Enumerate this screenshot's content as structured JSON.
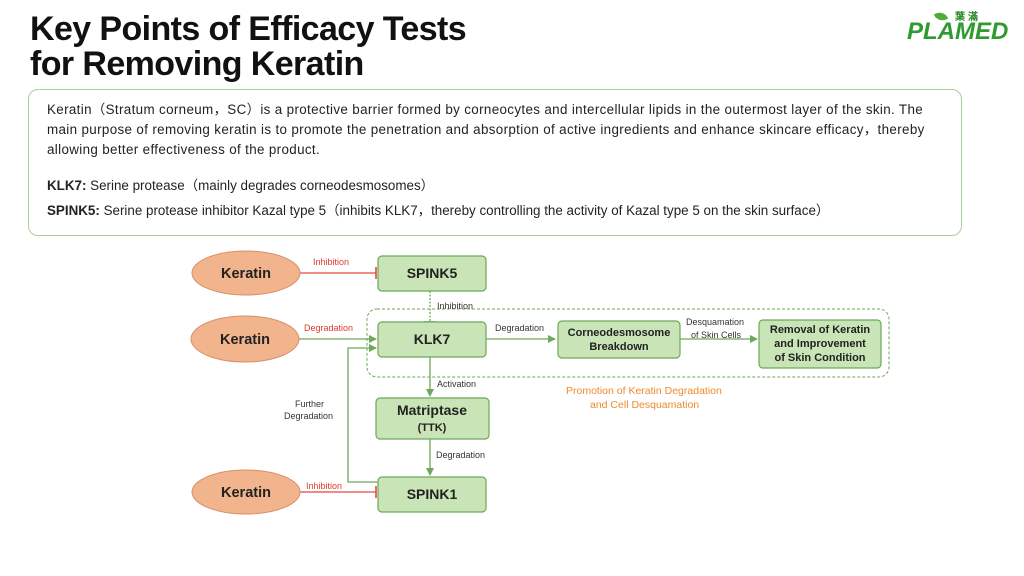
{
  "title": {
    "line1": "Key Points of Efficacy Tests",
    "line2": "for Removing Keratin"
  },
  "logo": {
    "cn": "葉滿",
    "text": "PLAMED"
  },
  "info": {
    "paragraph": "Keratin（Stratum corneum，SC）is a protective barrier formed by corneocytes and intercellular lipids in the outermost layer of the skin. The main purpose of removing keratin is to promote the penetration and absorption of active ingredients and enhance skincare efficacy，thereby allowing better effectiveness of the product.",
    "definitions": [
      {
        "term": "KLK7:",
        "text": " Serine protease（mainly degrades corneodesmosomes）"
      },
      {
        "term": "SPINK5:",
        "text": " Serine protease inhibitor Kazal type 5（inhibits KLK7，thereby controlling the activity of Kazal type 5 on the skin surface）"
      }
    ]
  },
  "diagram": {
    "nodes": {
      "keratin_1": "Keratin",
      "keratin_2": "Keratin",
      "keratin_3": "Keratin",
      "spink5": "SPINK5",
      "klk7": "KLK7",
      "matriptase_1": "Matriptase",
      "matriptase_2": "(TTK)",
      "spink1": "SPINK1",
      "corneo_1": "Corneodesmosome",
      "corneo_2": "Breakdown",
      "removal_1": "Removal of Keratin",
      "removal_2": "and Improvement",
      "removal_3": "of Skin Condition"
    },
    "edges": {
      "inhibition_top": "Inhibition",
      "inhibition_mid": "Inhibition",
      "degradation_keratin": "Degradation",
      "degradation_klk7": "Degradation",
      "desq_1": "Desquamation",
      "desq_2": "of Skin Cells",
      "activation": "Activation",
      "degradation_matriptase": "Degradation",
      "further_1": "Further",
      "further_2": "Degradation",
      "inhibition_bottom": "Inhibition"
    },
    "promotion": {
      "line1": "Promotion of Keratin Degradation",
      "line2": "and Cell Desquamation"
    },
    "colors": {
      "keratin_fill": "#f2b48d",
      "box_fill": "#c9e4b6",
      "box_stroke": "#6ea859",
      "inhibition_red": "#e04a3c",
      "promotion_orange": "#ee8a2a"
    }
  }
}
